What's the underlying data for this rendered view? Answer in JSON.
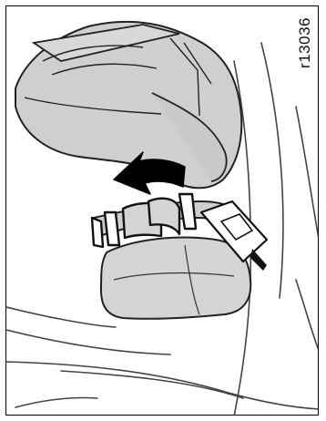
{
  "figure": {
    "code": "r13036",
    "colors": {
      "cushion": "#d4d4d4",
      "belt": "#cfcfcf",
      "line": "#222222",
      "seat_lines": "#444444",
      "arrow": "#000000"
    },
    "icons": [
      "seat-cushion",
      "child-seat-belt-shell",
      "belt-buckle",
      "locking-clip",
      "release-arrow"
    ]
  }
}
